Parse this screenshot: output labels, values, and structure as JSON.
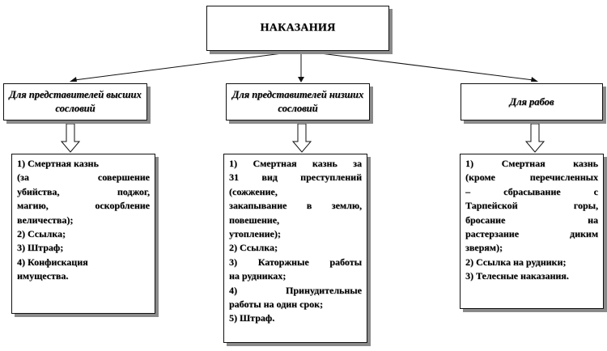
{
  "root": {
    "label": "НАКАЗАНИЯ"
  },
  "categories": [
    {
      "label": "Для представителей высших сословий",
      "items": [
        "1) Смертная казнь",
        "(за совершение",
        "убийства, поджог,",
        "магию, оскорбление",
        "величества);",
        "2) Ссылка;",
        "3) Штраф;",
        "4) Конфискация",
        "имущества."
      ]
    },
    {
      "label": "Для представителей низших сословий",
      "items": [
        "1) Смертная казнь за",
        "31 вид преступлений",
        "(сожжение,",
        "закапывание в землю,",
        "повешение,",
        "утопление);",
        "2) Ссылка;",
        "3) Каторжные работы",
        "на рудниках;",
        "4) Принудительные",
        "работы на один срок;",
        "5) Штраф."
      ]
    },
    {
      "label": "Для рабов",
      "items": [
        "1) Смертная казнь",
        "(кроме перечисленных",
        "– сбрасывание с",
        "Тарпейской горы,",
        "бросание на",
        "растерзание диким",
        "зверям);",
        "2) Ссылка на рудники;",
        "3) Телесные наказания."
      ]
    }
  ]
}
